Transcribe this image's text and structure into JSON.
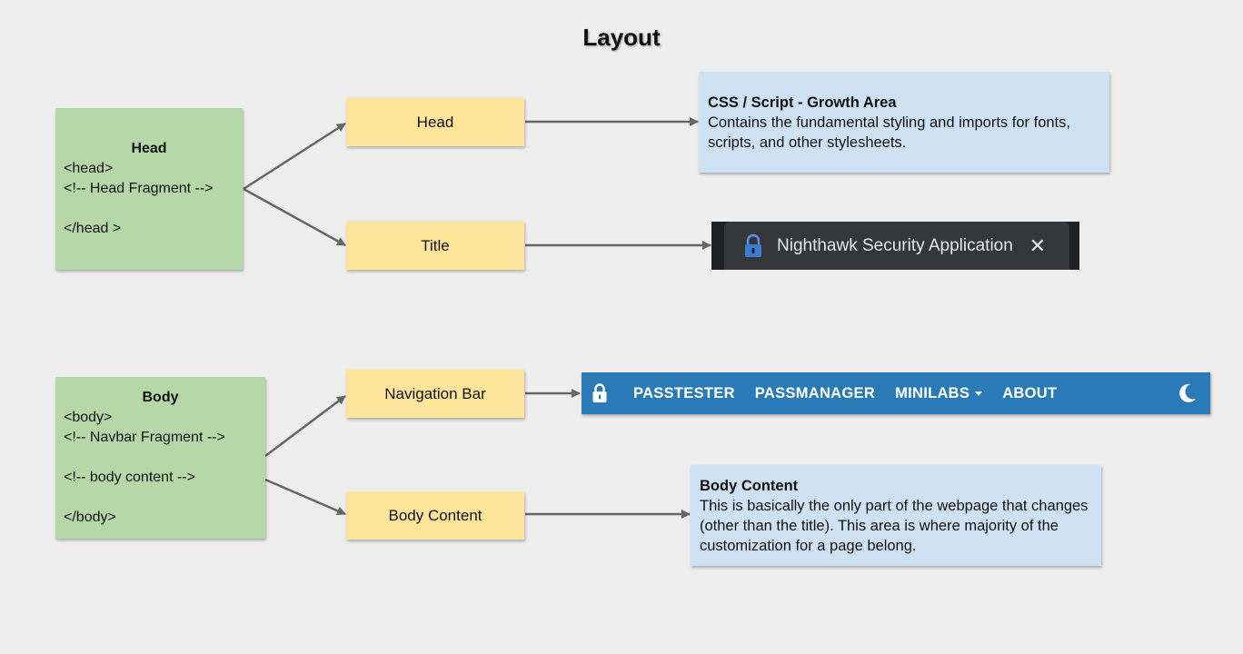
{
  "diagram": {
    "title": "Layout",
    "head_block": {
      "title": "Head",
      "lines": [
        "<head>",
        "<!-- Head Fragment -->",
        "",
        "</head >"
      ]
    },
    "body_block": {
      "title": "Body",
      "lines": [
        "<body>",
        "<!-- Navbar Fragment -->",
        "",
        "<!-- body content -->",
        "",
        "</body>"
      ]
    },
    "nodes": {
      "head": "Head",
      "title": "Title",
      "navigation_bar": "Navigation Bar",
      "body_content": "Body Content"
    },
    "css_script_note": {
      "title": "CSS / Script - Growth Area",
      "text": "Contains the fundamental styling and imports for fonts, scripts, and other stylesheets."
    },
    "body_content_note": {
      "title": "Body Content",
      "text": "This is basically the only part of the webpage that changes (other than the title). This area is where majority of the customization for a page belong."
    },
    "title_tab": {
      "text": "Nighthawk Security Application",
      "close": "✕",
      "lock_icon": "lock-icon"
    },
    "navbar": {
      "items": [
        "PASSTESTER",
        "PASSMANAGER",
        "MINILABS",
        "ABOUT"
      ],
      "brand_icon": "lock-icon",
      "theme_icon": "moon-icon",
      "dropdown_icon": "caret-down-icon"
    },
    "colors": {
      "background": "#eeeeee",
      "green": "#b6d7a8",
      "yellow": "#ffe599",
      "blue": "#cfe2f3",
      "navbar": "#2a7ab8",
      "tab_dark": "#202124",
      "tab": "#35363a",
      "arrow": "#666666"
    }
  }
}
